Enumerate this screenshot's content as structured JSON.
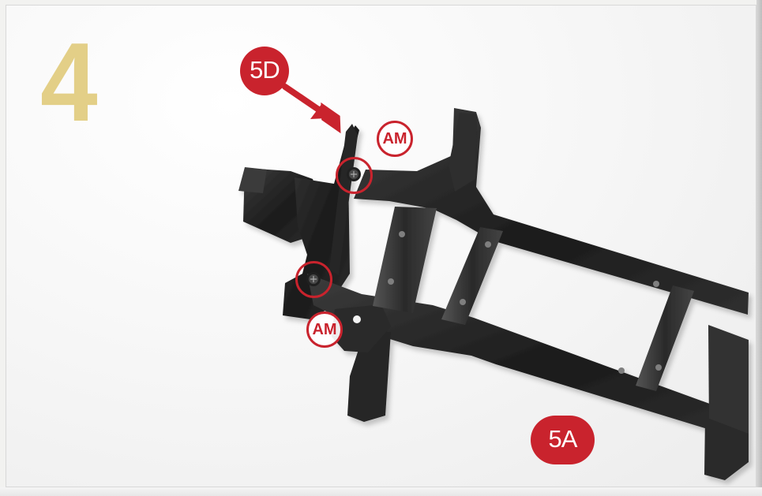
{
  "step": {
    "number": "4"
  },
  "callouts": {
    "five_d": "5D",
    "five_a": "5A",
    "am_top": "AM",
    "am_bottom": "AM"
  },
  "colors": {
    "accent": "#c9232d",
    "step_number": "#e3cf87",
    "frame": "#1e1e1e"
  },
  "icons": {
    "arrow": "pointer-arrow-icon",
    "screw": "screw-icon"
  }
}
